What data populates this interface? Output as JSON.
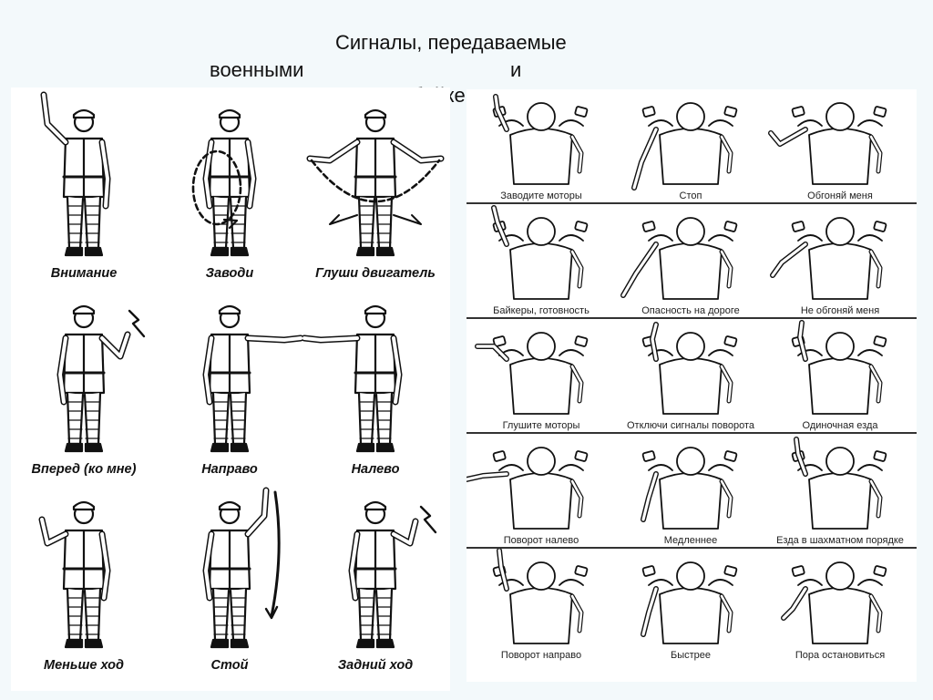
{
  "title": {
    "line1": "Сигналы, передаваемые",
    "line2a": "военными",
    "line2b": "и",
    "line3": "байкерами."
  },
  "military_signals": [
    {
      "label": "Внимание",
      "icon": "soldier-raised-hand-icon"
    },
    {
      "label": "Заводи",
      "icon": "soldier-circle-arm-icon"
    },
    {
      "label": "Глуши двигатель",
      "icon": "soldier-arms-swing-icon"
    },
    {
      "label": "Вперед (ко мне)",
      "icon": "soldier-wave-forward-icon"
    },
    {
      "label": "Направо",
      "icon": "soldier-arm-right-icon"
    },
    {
      "label": "Налево",
      "icon": "soldier-arm-left-icon"
    },
    {
      "label": "Меньше ход",
      "icon": "soldier-hand-down-icon"
    },
    {
      "label": "Стой",
      "icon": "soldier-stop-icon"
    },
    {
      "label": "Задний ход",
      "icon": "soldier-reverse-icon"
    }
  ],
  "biker_signals": [
    {
      "label": "Заводите моторы",
      "icon": "biker-start-engines-icon"
    },
    {
      "label": "Стоп",
      "icon": "biker-stop-icon"
    },
    {
      "label": "Обгоняй меня",
      "icon": "biker-overtake-icon"
    },
    {
      "label": "Байкеры, готовность",
      "icon": "biker-ready-icon"
    },
    {
      "label": "Опасность на дороге",
      "icon": "biker-danger-icon"
    },
    {
      "label": "Не обгоняй меня",
      "icon": "biker-no-overtake-icon"
    },
    {
      "label": "Глушите моторы",
      "icon": "biker-cut-engines-icon"
    },
    {
      "label": "Отключи сигналы поворота",
      "icon": "biker-turn-signal-off-icon"
    },
    {
      "label": "Одиночная езда",
      "icon": "biker-single-file-icon"
    },
    {
      "label": "Поворот налево",
      "icon": "biker-turn-left-icon"
    },
    {
      "label": "Медленнее",
      "icon": "biker-slow-down-icon"
    },
    {
      "label": "Езда в шахматном порядке",
      "icon": "biker-staggered-icon"
    },
    {
      "label": "Поворот направо",
      "icon": "biker-turn-right-icon"
    },
    {
      "label": "Быстрее",
      "icon": "biker-faster-icon"
    },
    {
      "label": "Пора остановиться",
      "icon": "biker-time-to-stop-icon"
    }
  ]
}
